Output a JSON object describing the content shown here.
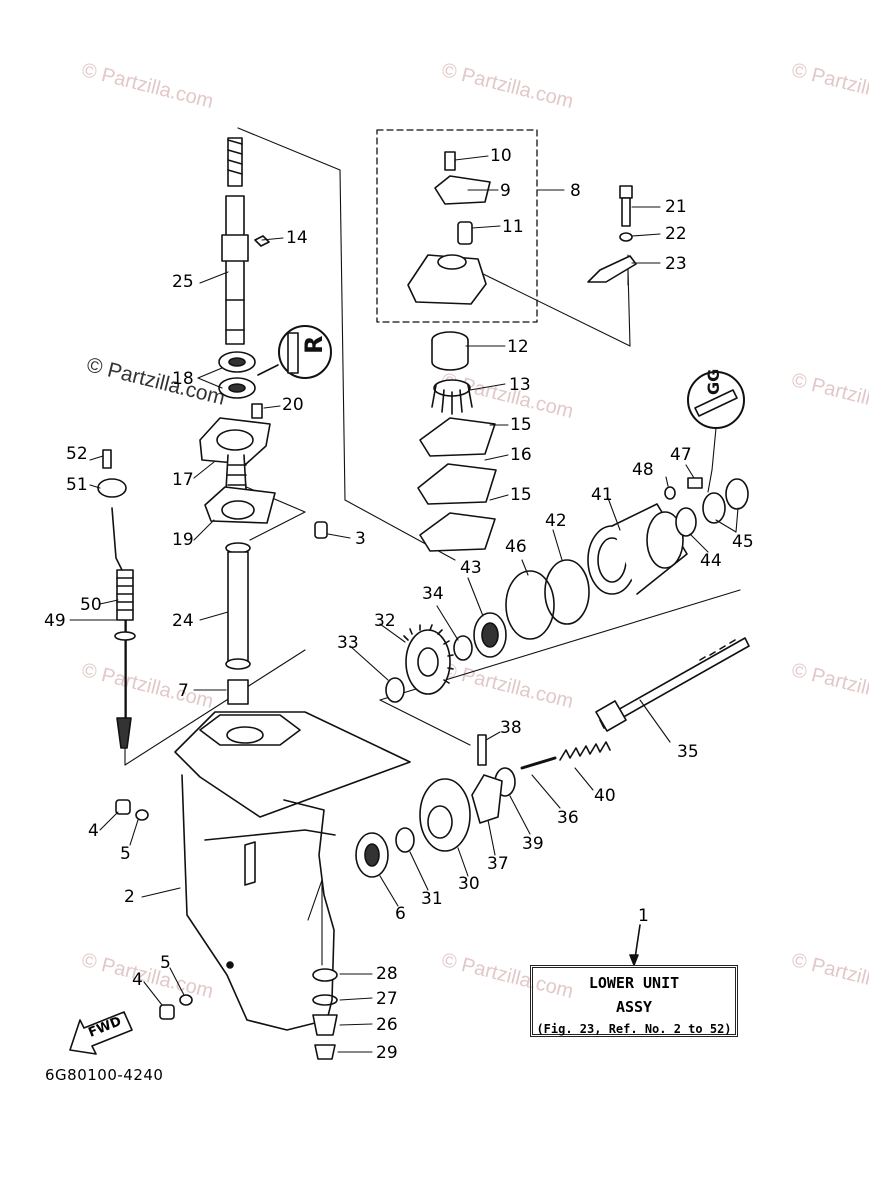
{
  "watermark": "© Partzilla.com",
  "diagram_code": "6G80100-4240",
  "title_box": {
    "line1": "LOWER UNIT",
    "line2": "ASSY",
    "line3": "(Fig. 23, Ref. No. 2 to 52)"
  },
  "fwd_label": "FWD",
  "callouts": [
    "1",
    "2",
    "3",
    "4",
    "5",
    "6",
    "7",
    "8",
    "9",
    "10",
    "11",
    "12",
    "13",
    "14",
    "15",
    "16",
    "17",
    "18",
    "19",
    "20",
    "21",
    "22",
    "23",
    "24",
    "25",
    "26",
    "27",
    "28",
    "29",
    "30",
    "31",
    "32",
    "33",
    "34",
    "35",
    "36",
    "37",
    "38",
    "39",
    "40",
    "41",
    "42",
    "43",
    "44",
    "45",
    "46",
    "47",
    "48",
    "49",
    "50",
    "51",
    "52"
  ]
}
